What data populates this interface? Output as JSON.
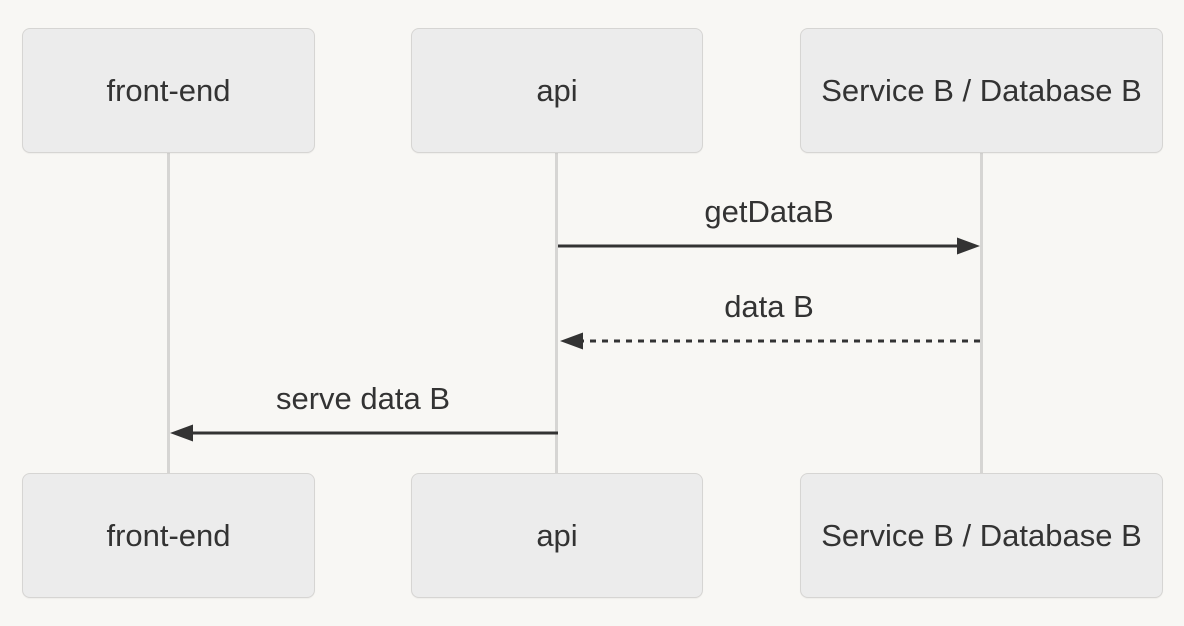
{
  "diagram": {
    "type": "sequence-diagram",
    "actors": [
      {
        "id": "front-end",
        "label": "front-end"
      },
      {
        "id": "api",
        "label": "api"
      },
      {
        "id": "service-b",
        "label": "Service B / Database B"
      }
    ],
    "messages": [
      {
        "label": "getDataB",
        "from": "api",
        "to": "service-b",
        "line": "solid",
        "direction": "right"
      },
      {
        "label": "data B",
        "from": "service-b",
        "to": "api",
        "line": "dashed",
        "direction": "left"
      },
      {
        "label": "serve data B",
        "from": "api",
        "to": "front-end",
        "line": "solid",
        "direction": "left"
      }
    ],
    "colors": {
      "background": "#f8f7f4",
      "actor_box_fill": "#ececec",
      "actor_box_border": "#d6d5d3",
      "lifeline": "#d6d5d3",
      "text": "#333333",
      "arrow": "#333333"
    }
  }
}
